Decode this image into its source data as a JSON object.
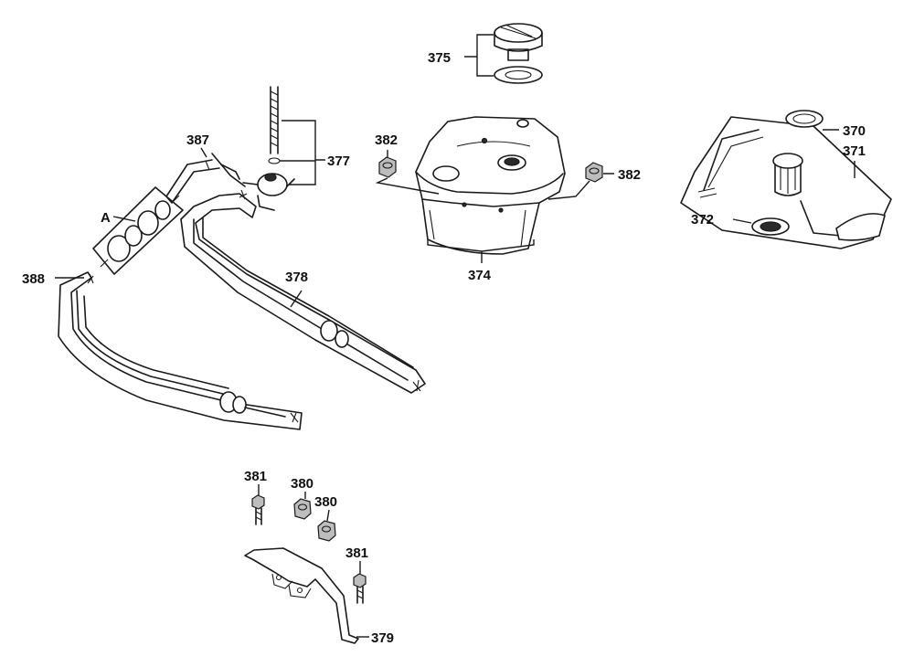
{
  "callouts": {
    "c370": "370",
    "c371": "371",
    "c372": "372",
    "c374": "374",
    "c375": "375",
    "c377": "377",
    "c378": "378",
    "c379": "379",
    "c380a": "380",
    "c380b": "380",
    "c381a": "381",
    "c381b": "381",
    "c382a": "382",
    "c382b": "382",
    "c387": "387",
    "c388": "388",
    "cA": "A"
  },
  "colors": {
    "line": "#1a1a1a",
    "background": "#ffffff"
  }
}
